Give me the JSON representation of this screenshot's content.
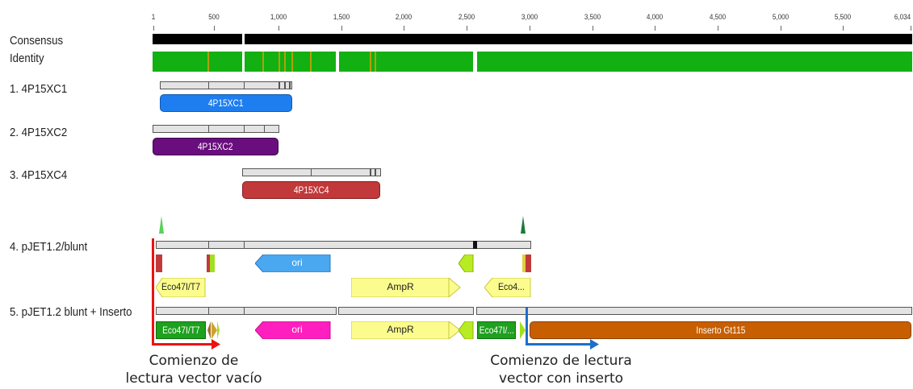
{
  "ruler": {
    "ticks": [
      "1",
      "500",
      "1,000",
      "1,500",
      "2,000",
      "2,500",
      "3,000",
      "3,500",
      "4,000",
      "4,500",
      "5,000",
      "5,500",
      "6,034"
    ]
  },
  "rows": {
    "consensus": "Consensus",
    "identity": "Identity",
    "seq1": "1. 4P15XC1",
    "seq2": "2. 4P15XC2",
    "seq3": "3. 4P15XC4",
    "seq4": "4. pJET1.2/blunt",
    "seq5": "5. pJET1.2 blunt + Inserto"
  },
  "annotations": {
    "a1": "4P15XC1",
    "a2": "4P15XC2",
    "a3": "4P15XC4",
    "ori4": "ori",
    "ampr4": "AmpR",
    "eco4_left": "Eco47I/T7",
    "eco4_right": "Eco4...",
    "eco5_left": "Eco47I/T7",
    "ori5": "ori",
    "ampr5": "AmpR",
    "eco5_right": "Eco47I/...",
    "insert": "Inserto Gt115"
  },
  "callouts": {
    "left_line1": "Comienzo de",
    "left_line2": "lectura vector vacío",
    "right_line1": "Comienzo de lectura",
    "right_line2": "vector con inserto"
  },
  "colors": {
    "blue_annot": "#1e7ef0",
    "purple_annot": "#6a0d7e",
    "red_annot": "#c1393a",
    "ori_blue": "#4aa8f0",
    "ampr_yellow": "#fcfc8e",
    "eco_green": "#1fa01f",
    "ori_pink": "#ff1fbf",
    "insert_orange": "#c75f00",
    "identity_green": "#12b012",
    "callout_red": "#ee1111",
    "callout_blue": "#1f6fc8"
  }
}
